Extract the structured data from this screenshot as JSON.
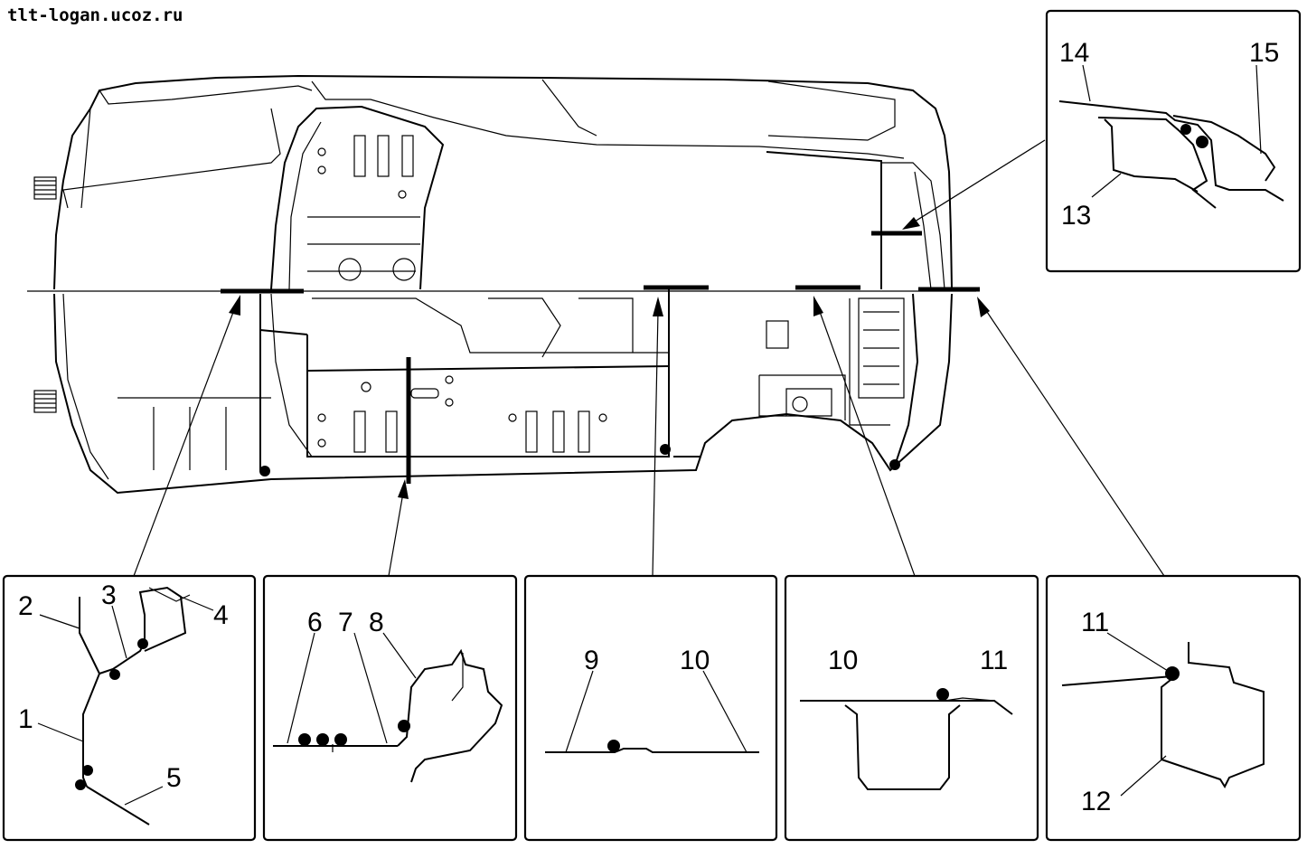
{
  "watermark": "tlt-logan.ucoz.ru",
  "callouts": {
    "c1": "1",
    "c2": "2",
    "c3": "3",
    "c4": "4",
    "c5": "5",
    "c6": "6",
    "c7": "7",
    "c8": "8",
    "c9": "9",
    "c10a": "10",
    "c10b": "10",
    "c11a": "11",
    "c11b": "11",
    "c12": "12",
    "c13": "13",
    "c14": "14",
    "c15": "15"
  }
}
